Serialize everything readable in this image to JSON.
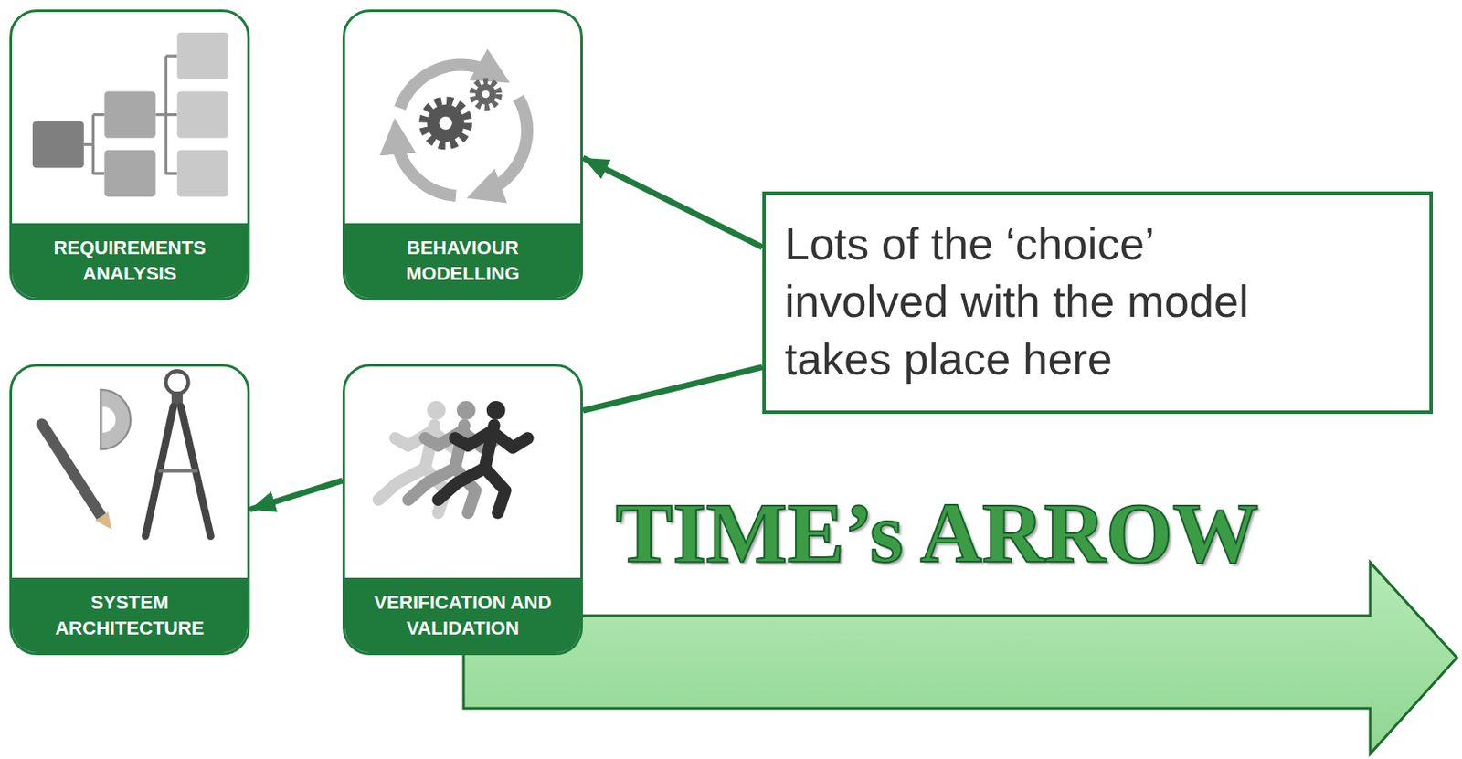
{
  "diagram": {
    "nodes": [
      {
        "text": [
          "REQUIREMENTS ANALYSIS"
        ]
      },
      {
        "text": [
          "BEHAVIOUR MODELLING"
        ]
      },
      {
        "text": [
          "Lots of the ‘choice’ involved with the model takes place here"
        ]
      },
      {
        "text": [
          "SYSTEM ARCHITECTURE"
        ]
      },
      {
        "text": [
          "VERIFICATION AND VALIDATION"
        ]
      }
    ],
    "edges": [
      {
        "from": 2,
        "to": 1,
        "arrow": "to"
      },
      {
        "from": 2,
        "to": 4,
        "arrow": "none"
      },
      {
        "from": 4,
        "to": 3,
        "arrow": "to"
      }
    ],
    "labels": [
      "TIME’s ARROW"
    ]
  }
}
